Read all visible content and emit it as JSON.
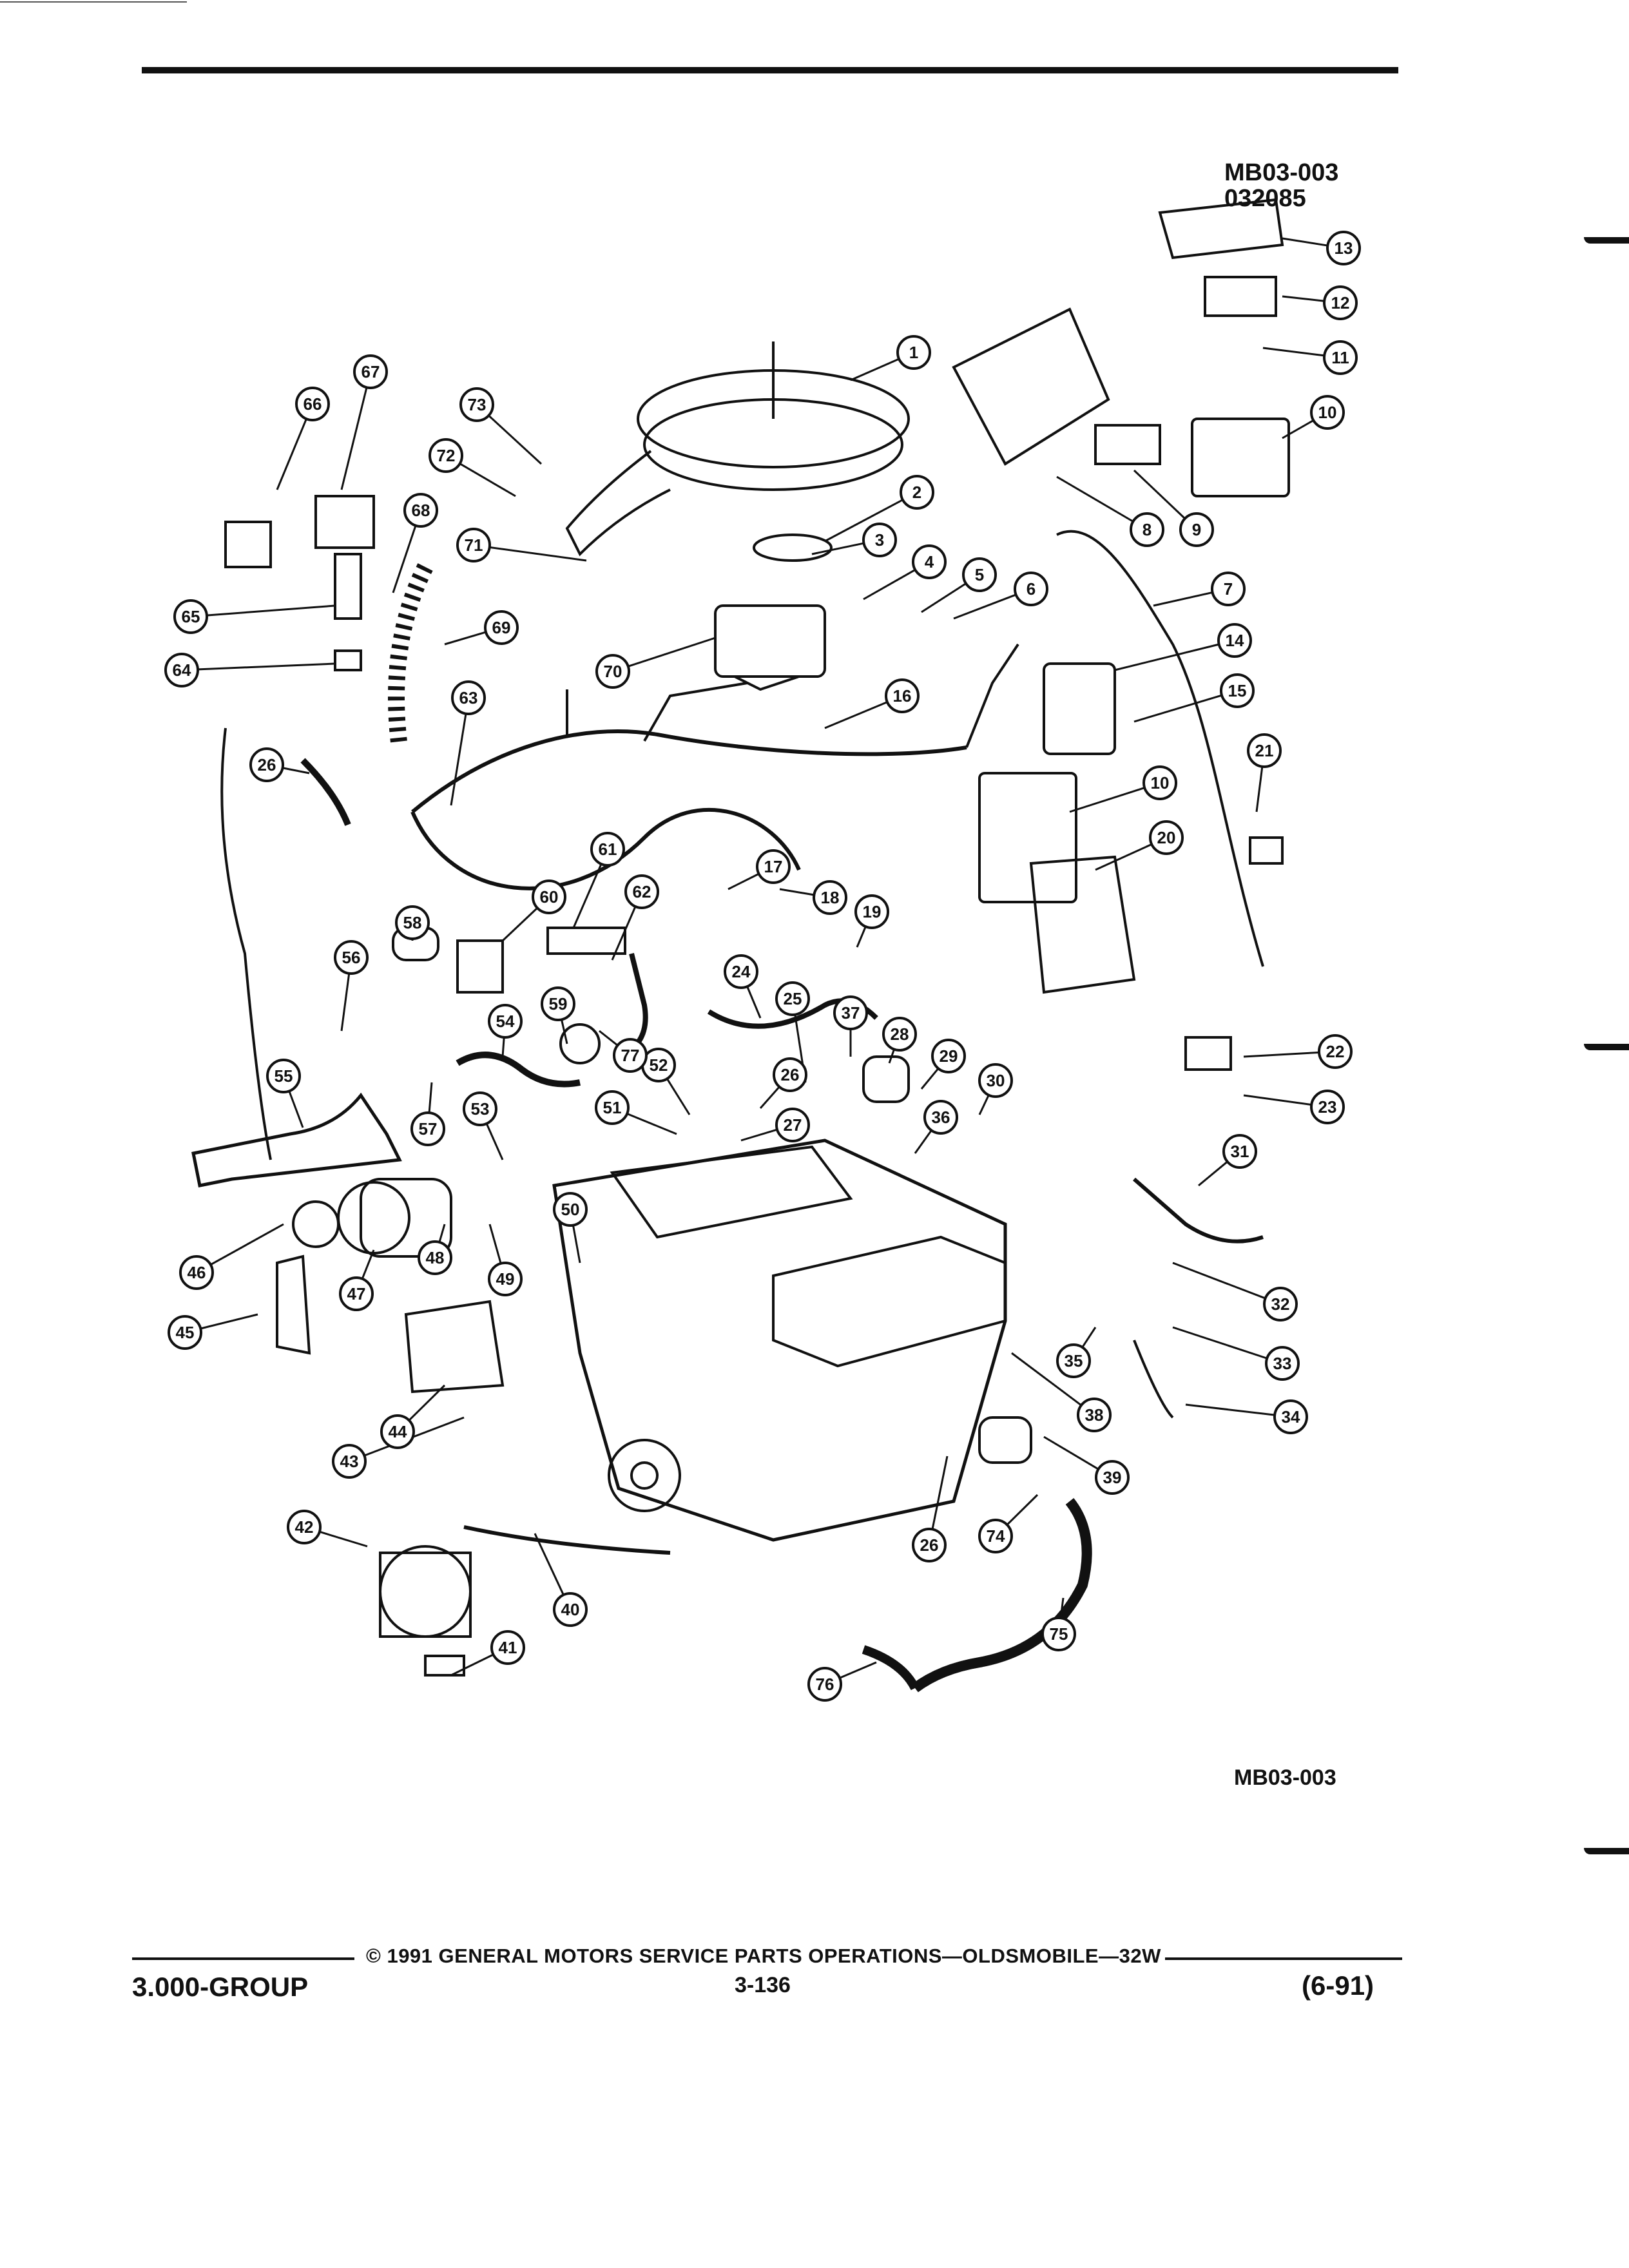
{
  "header": {
    "figure_code": "MB03-003",
    "figure_date": "032085"
  },
  "diagram": {
    "callouts": [
      "1",
      "2",
      "3",
      "4",
      "5",
      "6",
      "7",
      "8",
      "9",
      "10",
      "10",
      "11",
      "12",
      "13",
      "14",
      "15",
      "16",
      "17",
      "18",
      "19",
      "20",
      "21",
      "22",
      "23",
      "24",
      "25",
      "26",
      "26",
      "26",
      "27",
      "28",
      "29",
      "30",
      "31",
      "32",
      "33",
      "34",
      "35",
      "36",
      "37",
      "38",
      "39",
      "40",
      "41",
      "42",
      "43",
      "44",
      "45",
      "46",
      "47",
      "48",
      "49",
      "50",
      "51",
      "52",
      "53",
      "54",
      "55",
      "56",
      "57",
      "58",
      "59",
      "60",
      "61",
      "62",
      "63",
      "64",
      "65",
      "66",
      "67",
      "68",
      "69",
      "70",
      "71",
      "72",
      "73",
      "74",
      "75",
      "76",
      "77"
    ],
    "figure_code_bottom": "MB03-003"
  },
  "footer": {
    "copyright": "© 1991 GENERAL MOTORS SERVICE PARTS OPERATIONS—OLDSMOBILE—32W",
    "group": "3.000-GROUP",
    "page": "3-136",
    "date": "(6-91)"
  }
}
